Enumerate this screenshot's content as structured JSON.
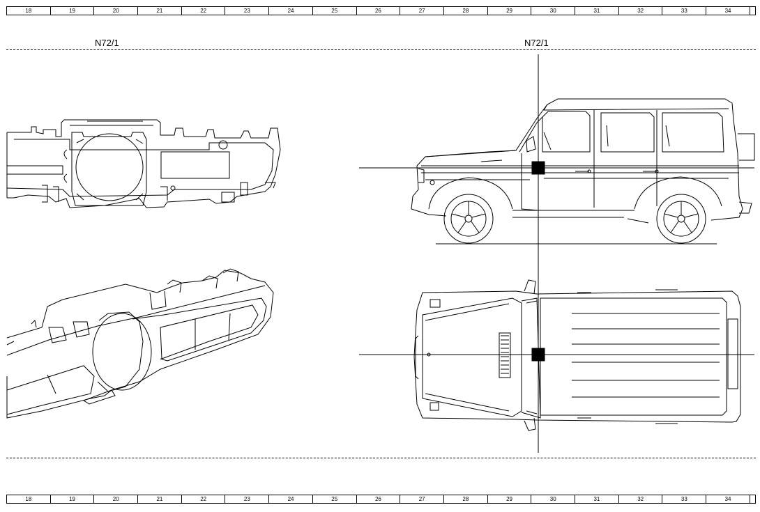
{
  "rulers": {
    "top": [
      "18",
      "19",
      "20",
      "21",
      "22",
      "23",
      "24",
      "25",
      "26",
      "27",
      "28",
      "29",
      "30",
      "31",
      "32",
      "33",
      "34"
    ],
    "bottom": [
      "18",
      "19",
      "20",
      "21",
      "22",
      "23",
      "24",
      "25",
      "26",
      "27",
      "28",
      "29",
      "30",
      "31",
      "32",
      "33",
      "34"
    ]
  },
  "component_labels": {
    "left": "N72/1",
    "right": "N72/1"
  }
}
